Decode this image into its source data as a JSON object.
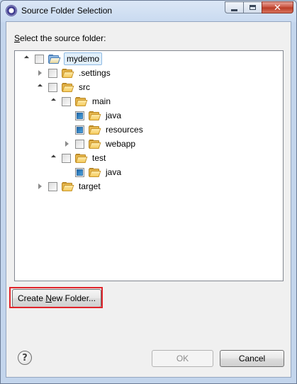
{
  "window": {
    "title": "Source Folder Selection",
    "controls": {
      "minimize": "",
      "maximize": "",
      "close": "✕"
    }
  },
  "dialog": {
    "prompt_prefix": "",
    "prompt_mnemonic": "S",
    "prompt_rest": "elect the source folder:"
  },
  "tree": {
    "items": [
      {
        "label": "mydemo",
        "expanded": true,
        "checked": false,
        "selected": true,
        "icon": "project-folder-icon"
      },
      {
        "label": ".settings",
        "expanded": false,
        "checked": false,
        "icon": "folder-icon"
      },
      {
        "label": "src",
        "expanded": true,
        "checked": false,
        "icon": "folder-icon"
      },
      {
        "label": "main",
        "expanded": true,
        "checked": false,
        "icon": "folder-icon"
      },
      {
        "label": "java",
        "checked": true,
        "icon": "folder-icon"
      },
      {
        "label": "resources",
        "checked": true,
        "icon": "folder-icon"
      },
      {
        "label": "webapp",
        "expanded": false,
        "checked": false,
        "icon": "folder-icon"
      },
      {
        "label": "test",
        "expanded": true,
        "checked": false,
        "icon": "folder-icon"
      },
      {
        "label": "java",
        "checked": true,
        "icon": "folder-icon"
      },
      {
        "label": "target",
        "expanded": false,
        "checked": false,
        "icon": "folder-icon"
      }
    ]
  },
  "buttons": {
    "create_prefix": "Create ",
    "create_mnemonic": "N",
    "create_rest": "ew Folder...",
    "ok": "OK",
    "cancel": "Cancel",
    "ok_enabled": false
  },
  "help": {
    "glyph": "?"
  },
  "colors": {
    "highlight_box": "#e0242b",
    "selection_bg": "#e1effb",
    "checkbox_fill": "#2f6ea8"
  }
}
